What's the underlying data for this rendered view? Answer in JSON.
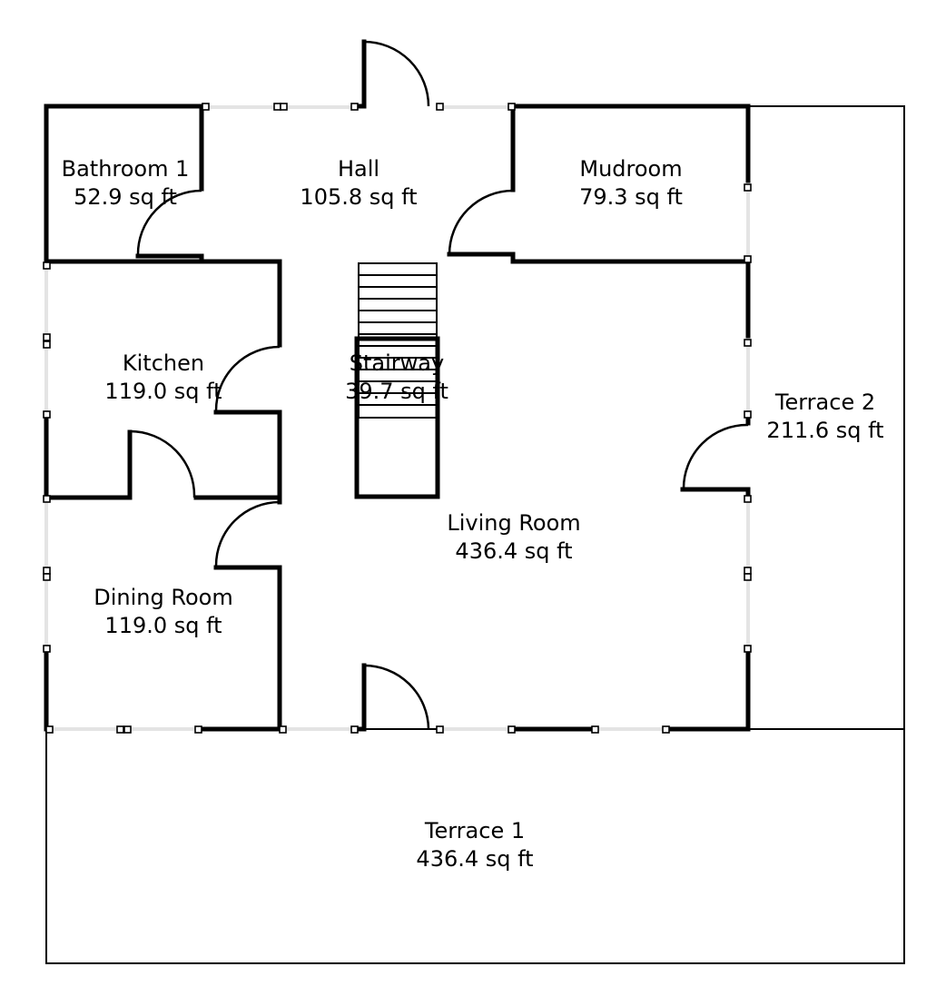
{
  "rooms": [
    {
      "id": "bathroom-1",
      "name": "Bathroom 1",
      "area": "52.9 sq ft"
    },
    {
      "id": "hall",
      "name": "Hall",
      "area": "105.8 sq ft"
    },
    {
      "id": "mudroom",
      "name": "Mudroom",
      "area": "79.3 sq ft"
    },
    {
      "id": "kitchen",
      "name": "Kitchen",
      "area": "119.0 sq ft"
    },
    {
      "id": "stairway",
      "name": "Stairway",
      "area": "39.7 sq ft"
    },
    {
      "id": "terrace-2",
      "name": "Terrace 2",
      "area": "211.6 sq ft"
    },
    {
      "id": "living-room",
      "name": "Living Room",
      "area": "436.4 sq ft"
    },
    {
      "id": "dining-room",
      "name": "Dining Room",
      "area": "119.0 sq ft"
    },
    {
      "id": "terrace-1",
      "name": "Terrace 1",
      "area": "436.4 sq ft"
    }
  ]
}
